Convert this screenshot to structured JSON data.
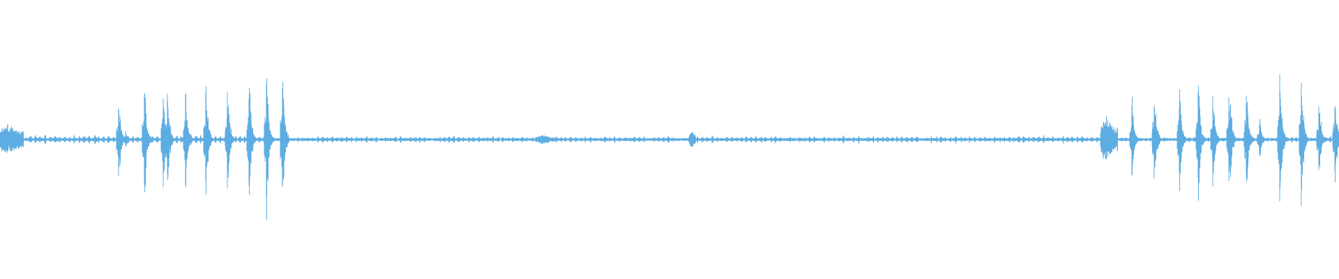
{
  "waveform": {
    "color": "#5dade2",
    "background": "#ffffff",
    "baseline_amplitude": 0.05,
    "noise_segments": [
      {
        "start": 0.02,
        "end": 0.205,
        "amplitude": 0.06
      },
      {
        "start": 0.215,
        "end": 0.505,
        "amplitude": 0.045
      },
      {
        "start": 0.52,
        "end": 0.825,
        "amplitude": 0.05
      },
      {
        "start": 0.835,
        "end": 1.0,
        "amplitude": 0.04
      }
    ],
    "clusters": [
      {
        "start": 0.0,
        "end": 0.018,
        "amplitude": 0.2
      },
      {
        "start": 0.4,
        "end": 0.416,
        "amplitude": 0.06
      },
      {
        "start": 0.515,
        "end": 0.52,
        "amplitude": 0.12
      },
      {
        "start": 0.822,
        "end": 0.835,
        "amplitude": 0.29
      }
    ],
    "transients": [
      {
        "position": 0.071,
        "amplitude": 0.08
      },
      {
        "position": 0.089,
        "amplitude": 0.7
      },
      {
        "position": 0.094,
        "amplitude": 0.14
      },
      {
        "position": 0.108,
        "amplitude": 0.85
      },
      {
        "position": 0.122,
        "amplitude": 0.75
      },
      {
        "position": 0.125,
        "amplitude": 0.8
      },
      {
        "position": 0.139,
        "amplitude": 0.85
      },
      {
        "position": 0.154,
        "amplitude": 0.92
      },
      {
        "position": 0.17,
        "amplitude": 0.82
      },
      {
        "position": 0.186,
        "amplitude": 1.0
      },
      {
        "position": 0.199,
        "amplitude": 1.05
      },
      {
        "position": 0.211,
        "amplitude": 1.15
      },
      {
        "position": 0.8455,
        "amplitude": 0.62
      },
      {
        "position": 0.862,
        "amplitude": 0.75
      },
      {
        "position": 0.881,
        "amplitude": 0.85
      },
      {
        "position": 0.895,
        "amplitude": 0.92
      },
      {
        "position": 0.906,
        "amplitude": 0.72
      },
      {
        "position": 0.918,
        "amplitude": 0.82
      },
      {
        "position": 0.919,
        "amplitude": 0.6
      },
      {
        "position": 0.931,
        "amplitude": 0.82
      },
      {
        "position": 0.941,
        "amplitude": 0.32
      },
      {
        "position": 0.956,
        "amplitude": 1.05
      },
      {
        "position": 0.972,
        "amplitude": 1.0
      },
      {
        "position": 0.985,
        "amplitude": 0.65
      },
      {
        "position": 0.997,
        "amplitude": 0.7
      }
    ]
  }
}
